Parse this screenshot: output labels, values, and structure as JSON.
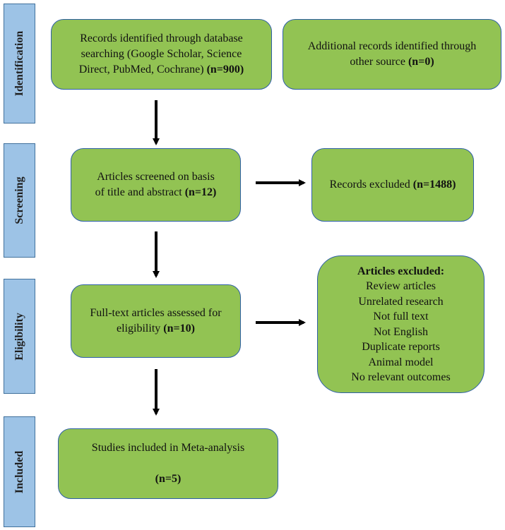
{
  "phases": {
    "identification": "Identification",
    "screening": "Screening",
    "eligibility": "Eligibility",
    "included": "Included"
  },
  "boxes": {
    "identified_db": {
      "text_line1": "Records identified through database",
      "text_line2": "searching (Google Scholar, Science",
      "text_line3": "Direct, PubMed, Cochrane)",
      "count": "(n=900)"
    },
    "additional_records": {
      "text_line1": "Additional records identified through",
      "text_line2": "other source",
      "count": "(n=0)"
    },
    "screened": {
      "text_line1": "Articles screened on basis",
      "text_line2": "of title and abstract",
      "count": "(n=12)"
    },
    "records_excluded": {
      "text": "Records excluded",
      "count": "(n=1488)"
    },
    "full_text": {
      "text_line1": "Full-text articles assessed for",
      "text_line2": "eligibility",
      "count": "(n=10)"
    },
    "articles_excluded": {
      "heading": "Articles excluded:",
      "reasons": [
        "Review articles",
        "Unrelated research",
        "Not full text",
        "Not English",
        "Duplicate reports",
        "Animal model",
        "No relevant outcomes"
      ]
    },
    "included": {
      "text": "Studies included in Meta-analysis",
      "count": "(n=5)"
    }
  },
  "colors": {
    "box_fill": "#92c353",
    "box_border": "#2e5fa8",
    "phase_fill": "#9dc3e6",
    "phase_border": "#41719c",
    "arrow": "#000000"
  }
}
